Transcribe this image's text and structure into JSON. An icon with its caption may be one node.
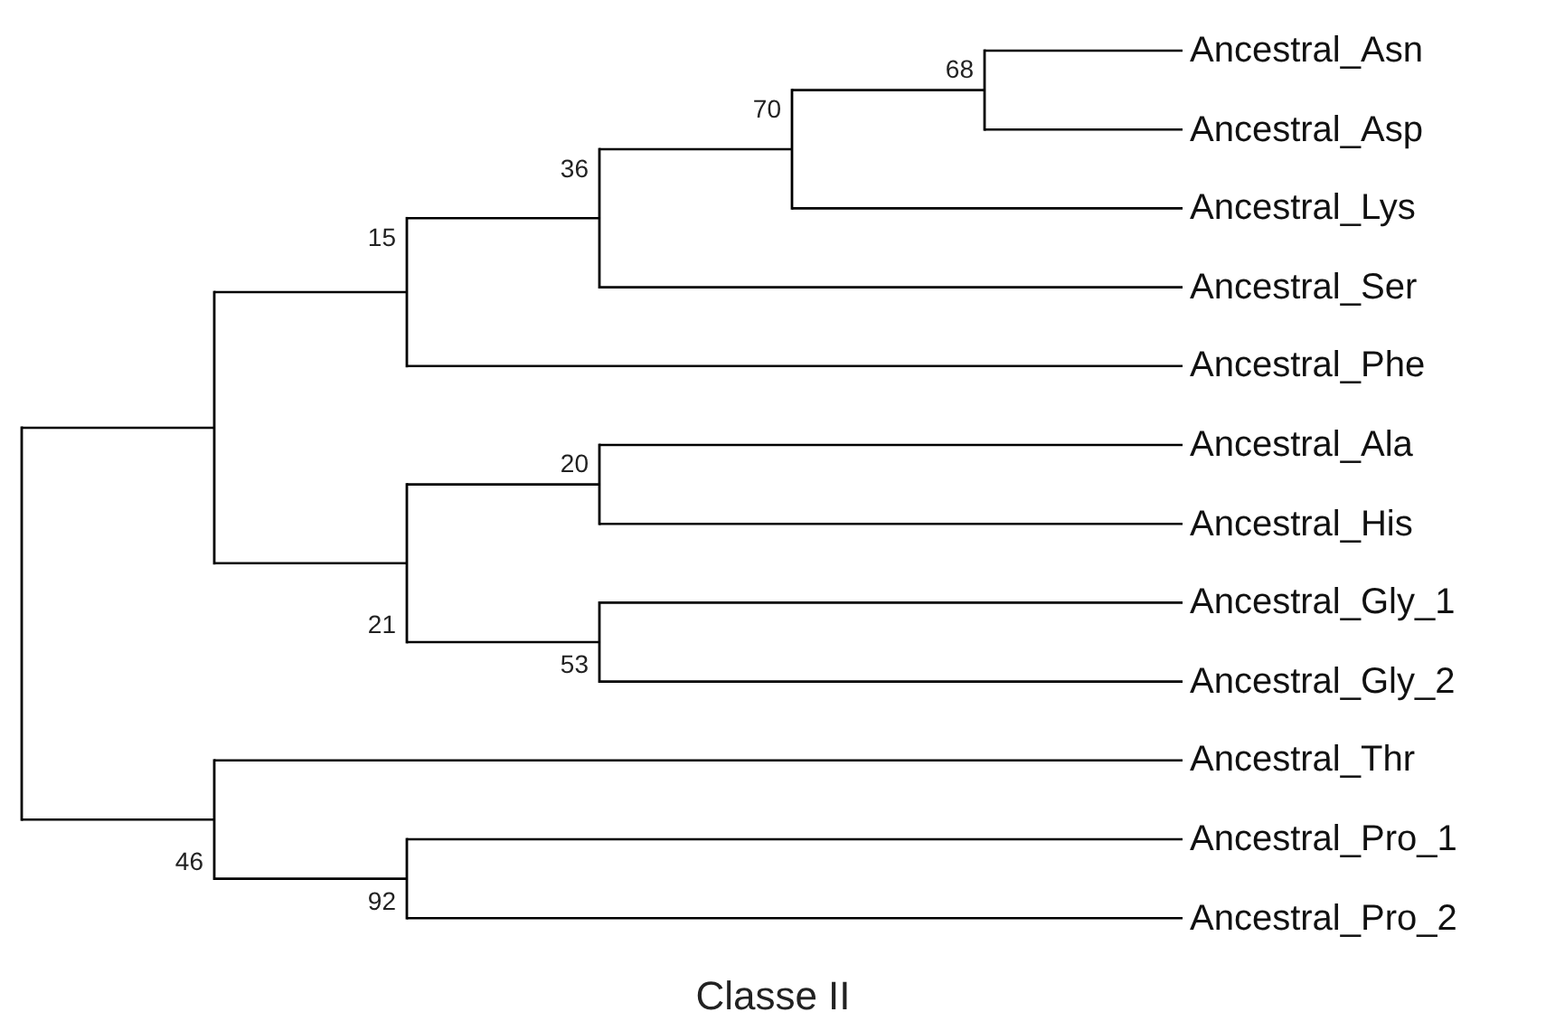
{
  "diagram": {
    "caption": "Classe II",
    "nodes": [
      {
        "text": [],
        "shape": "junction"
      },
      {
        "text": [],
        "shape": "junction"
      },
      {
        "text": [],
        "shape": "junction",
        "beside": [
          "15"
        ]
      },
      {
        "text": [],
        "shape": "junction",
        "beside": [
          "36"
        ]
      },
      {
        "text": [],
        "shape": "junction",
        "beside": [
          "70"
        ]
      },
      {
        "text": [],
        "shape": "junction",
        "beside": [
          "68"
        ]
      },
      {
        "text": [
          "Ancestral_Asn"
        ]
      },
      {
        "text": [
          "Ancestral_Asp"
        ]
      },
      {
        "text": [
          "Ancestral_Lys"
        ]
      },
      {
        "text": [
          "Ancestral_Ser"
        ]
      },
      {
        "text": [
          "Ancestral_Phe"
        ]
      },
      {
        "text": [],
        "shape": "junction",
        "beside": [
          "21"
        ]
      },
      {
        "text": [],
        "shape": "junction",
        "beside": [
          "20"
        ]
      },
      {
        "text": [
          "Ancestral_Ala"
        ]
      },
      {
        "text": [
          "Ancestral_His"
        ]
      },
      {
        "text": [],
        "shape": "junction",
        "beside": [
          "53"
        ]
      },
      {
        "text": [
          "Ancestral_Gly_1"
        ]
      },
      {
        "text": [
          "Ancestral_Gly_2"
        ]
      },
      {
        "text": [],
        "shape": "junction",
        "beside": [
          "46"
        ]
      },
      {
        "text": [
          "Ancestral_Thr"
        ]
      },
      {
        "text": [],
        "shape": "junction",
        "beside": [
          "92"
        ]
      },
      {
        "text": [
          "Ancestral_Pro_1"
        ]
      },
      {
        "text": [
          "Ancestral_Pro_2"
        ]
      }
    ],
    "edges": [
      {
        "from": 0,
        "to": 1,
        "arrow": "none"
      },
      {
        "from": 1,
        "to": 2,
        "arrow": "none"
      },
      {
        "from": 2,
        "to": 3,
        "arrow": "none"
      },
      {
        "from": 3,
        "to": 4,
        "arrow": "none"
      },
      {
        "from": 4,
        "to": 5,
        "arrow": "none"
      },
      {
        "from": 5,
        "to": 6,
        "arrow": "none"
      },
      {
        "from": 5,
        "to": 7,
        "arrow": "none"
      },
      {
        "from": 4,
        "to": 8,
        "arrow": "none"
      },
      {
        "from": 3,
        "to": 9,
        "arrow": "none"
      },
      {
        "from": 2,
        "to": 10,
        "arrow": "none"
      },
      {
        "from": 1,
        "to": 11,
        "arrow": "none"
      },
      {
        "from": 11,
        "to": 12,
        "arrow": "none"
      },
      {
        "from": 12,
        "to": 13,
        "arrow": "none"
      },
      {
        "from": 12,
        "to": 14,
        "arrow": "none"
      },
      {
        "from": 11,
        "to": 15,
        "arrow": "none"
      },
      {
        "from": 15,
        "to": 16,
        "arrow": "none"
      },
      {
        "from": 15,
        "to": 17,
        "arrow": "none"
      },
      {
        "from": 0,
        "to": 18,
        "arrow": "none"
      },
      {
        "from": 18,
        "to": 19,
        "arrow": "none"
      },
      {
        "from": 18,
        "to": 20,
        "arrow": "none"
      },
      {
        "from": 20,
        "to": 21,
        "arrow": "none"
      },
      {
        "from": 20,
        "to": 22,
        "arrow": "none"
      }
    ]
  }
}
